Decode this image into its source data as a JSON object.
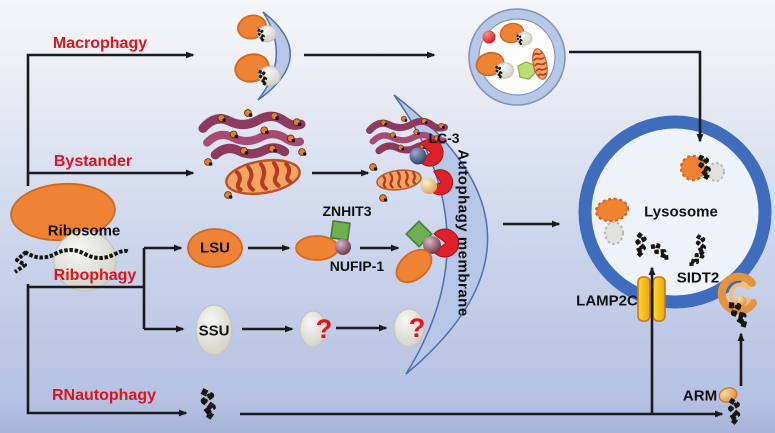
{
  "colors": {
    "label_red": "#e1131c",
    "arrow_black": "#1a1a1a",
    "organelle_orange": "#ee8433",
    "organelle_orange_border": "#d2691e",
    "znhit3_green": "#6fae53",
    "nufip1_purple": "#7c4258",
    "lc3_red": "#e02028",
    "membrane_fill": "#b7c7e6",
    "membrane_stroke": "#4e6eb0",
    "lysosome_blue": "#3e6dbd",
    "lamp2c_yellow": "#f6c51f",
    "er_maroon": "#8e3a5e",
    "mito_fill": "#f5a463",
    "mito_stripe": "#b43c20",
    "background_top": "#f4f5f8",
    "background_bottom": "#a7b4d8"
  },
  "pathways": {
    "macrophagy": "Macrophagy",
    "bystander": "Bystander",
    "ribophagy": "Ribophagy",
    "rnautophagy": "RNautophagy"
  },
  "labels": {
    "ribosome": "Ribosome",
    "lsu": "LSU",
    "ssu": "SSU",
    "znhit3": "ZNHIT3",
    "nufip1": "NUFIP-1",
    "lc3": "LC-3",
    "autophagy_membrane": "Autophagy membrane",
    "lysosome": "Lysosome",
    "lamp2c": "LAMP2C",
    "sidt2": "SIDT2",
    "arm": "ARM",
    "unknown": "?"
  }
}
